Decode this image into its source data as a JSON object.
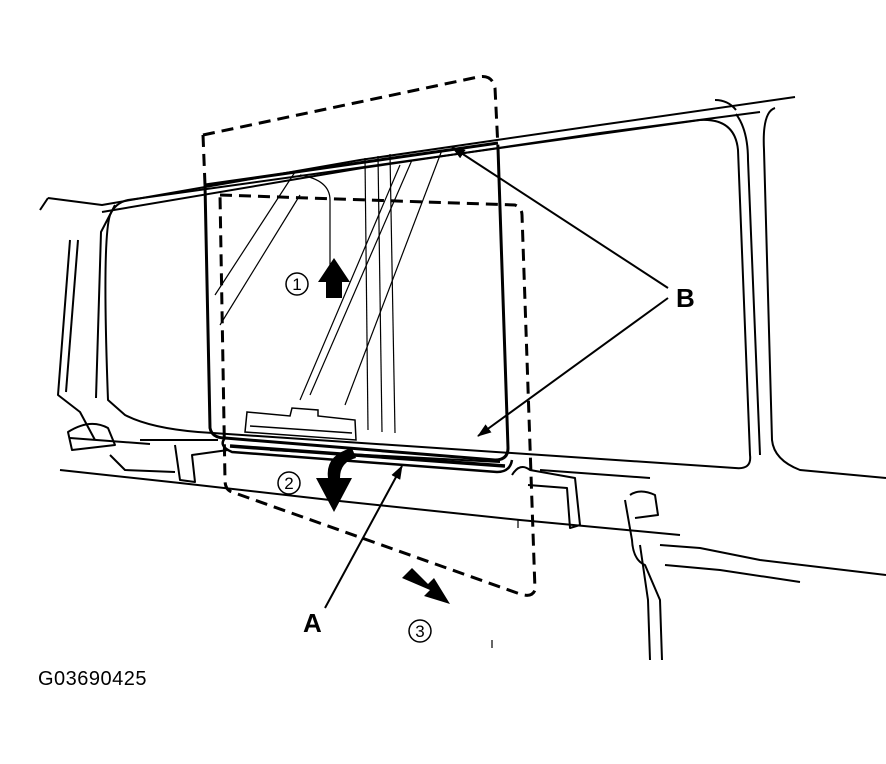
{
  "figure_id": "G03690425",
  "callouts": {
    "a": "A",
    "b": "B"
  },
  "steps": [
    "1",
    "2",
    "3"
  ],
  "colors": {
    "line": "#000000",
    "background": "#ffffff"
  }
}
